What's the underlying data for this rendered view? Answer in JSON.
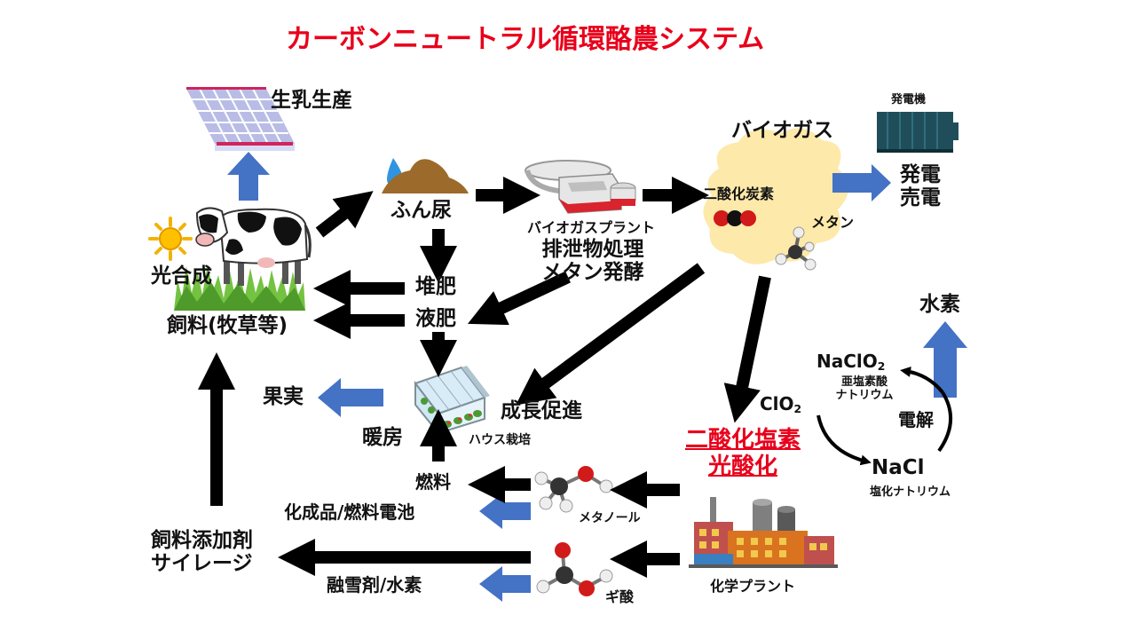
{
  "title": "カーボンニュートラル循環酪農システム",
  "labels": {
    "milk_production": "生乳生産",
    "photosynthesis": "光合成",
    "feed": "飼料(牧草等)",
    "manure": "ふん尿",
    "biogas_plant": "バイオガスプラント",
    "waste_treatment_1": "排泄物処理",
    "waste_treatment_2": "メタン発酵",
    "biogas": "バイオガス",
    "co2": "二酸化炭素",
    "methane": "メタン",
    "generator": "発電機",
    "power_gen": "発電",
    "power_sale": "売電",
    "compost": "堆肥",
    "liquid_fertilizer": "液肥",
    "fruit": "果実",
    "heating": "暖房",
    "growth_promotion": "成長促進",
    "greenhouse": "ハウス栽培",
    "hydrogen": "水素",
    "naclo2_main": "NaClO",
    "naclo2_sub": "2",
    "naclo2_name_1": "亜塩素酸",
    "naclo2_name_2": "ナトリウム",
    "clo2_main": "ClO",
    "clo2_sub": "2",
    "electrolysis": "電解",
    "nacl": "NaCl",
    "nacl_name": "塩化ナトリウム",
    "chlorine_dioxide": "二酸化塩素",
    "photo_oxidation": "光酸化",
    "fuel": "燃料",
    "chemicals": "化成品/燃料電池",
    "methanol": "メタノール",
    "feed_additive": "飼料添加剤",
    "silage": "サイレージ",
    "deicer": "融雪剤/水素",
    "formic_acid": "ギ酸",
    "chemical_plant": "化学プラント"
  },
  "icons": [
    "milk-bottles-icon",
    "sun-icon",
    "cow-icon",
    "grass-icon",
    "water-drop-icon",
    "manure-pile-icon",
    "biogas-plant-icon",
    "biogas-cloud-icon",
    "co2-molecule-icon",
    "methane-molecule-icon",
    "generator-icon",
    "greenhouse-icon",
    "methanol-molecule-icon",
    "formic-acid-molecule-icon",
    "chemical-plant-icon"
  ],
  "colors": {
    "title": "#e8001b",
    "blue_arrow": "#4472c4",
    "black_arrow": "#000000",
    "cloud": "#fde9a9"
  }
}
